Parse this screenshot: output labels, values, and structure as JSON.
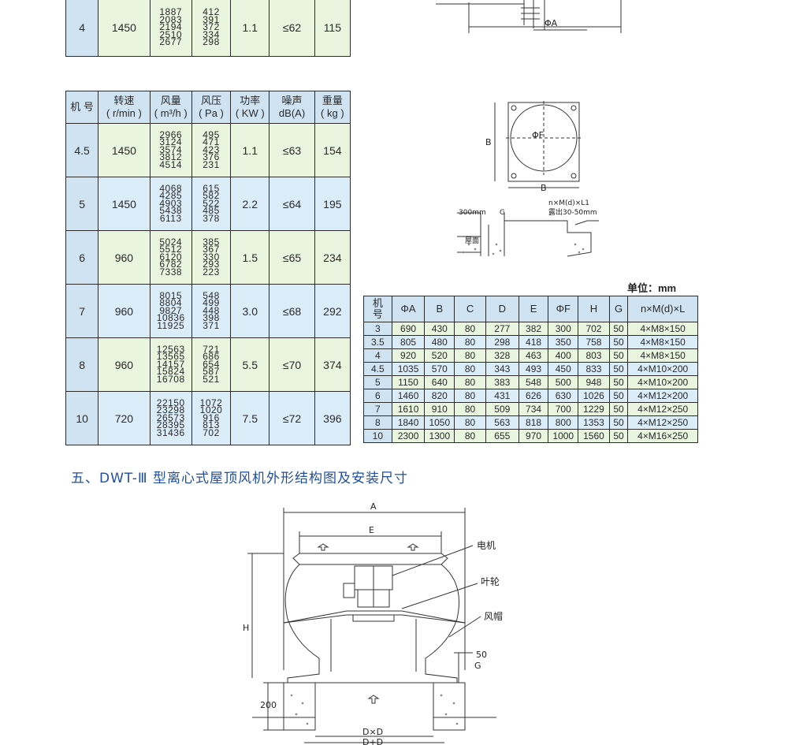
{
  "top_table": {
    "row": {
      "no": "4",
      "speed": "1450",
      "flow": [
        "1887",
        "2083",
        "2194",
        "2510",
        "2677"
      ],
      "pressure": [
        "412",
        "391",
        "372",
        "334",
        "298"
      ],
      "power": "1.1",
      "noise": "≤62",
      "weight": "115"
    }
  },
  "main_table": {
    "headers": [
      {
        "line1": "机 号",
        "line2": ""
      },
      {
        "line1": "转速",
        "line2": "( r/min )"
      },
      {
        "line1": "风量",
        "line2": "( m³/h )"
      },
      {
        "line1": "风压",
        "line2": "( Pa )"
      },
      {
        "line1": "功率",
        "line2": "( KW )"
      },
      {
        "line1": "噪声",
        "line2": "dB(A)"
      },
      {
        "line1": "重量",
        "line2": "( kg )"
      }
    ],
    "rows": [
      {
        "no": "4.5",
        "speed": "1450",
        "flow": [
          "2966",
          "3124",
          "3574",
          "3812",
          "4514"
        ],
        "pressure": [
          "495",
          "471",
          "423",
          "376",
          "231"
        ],
        "power": "1.1",
        "noise": "≤63",
        "weight": "154"
      },
      {
        "no": "5",
        "speed": "1450",
        "flow": [
          "4068",
          "4285",
          "4903",
          "5438",
          "6113"
        ],
        "pressure": [
          "615",
          "582",
          "522",
          "485",
          "378"
        ],
        "power": "2.2",
        "noise": "≤64",
        "weight": "195"
      },
      {
        "no": "6",
        "speed": "960",
        "flow": [
          "5024",
          "5512",
          "6120",
          "6782",
          "7338"
        ],
        "pressure": [
          "385",
          "367",
          "330",
          "293",
          "223"
        ],
        "power": "1.5",
        "noise": "≤65",
        "weight": "234"
      },
      {
        "no": "7",
        "speed": "960",
        "flow": [
          "8015",
          "8804",
          "9827",
          "10836",
          "11925"
        ],
        "pressure": [
          "548",
          "499",
          "448",
          "398",
          "371"
        ],
        "power": "3.0",
        "noise": "≤68",
        "weight": "292"
      },
      {
        "no": "8",
        "speed": "960",
        "flow": [
          "12563",
          "13565",
          "14157",
          "15824",
          "16708"
        ],
        "pressure": [
          "721",
          "686",
          "654",
          "587",
          "521"
        ],
        "power": "5.5",
        "noise": "≤70",
        "weight": "374"
      },
      {
        "no": "10",
        "speed": "720",
        "flow": [
          "22150",
          "23298",
          "26573",
          "28395",
          "31436"
        ],
        "pressure": [
          "1072",
          "1020",
          "916",
          "813",
          "702"
        ],
        "power": "7.5",
        "noise": "≤72",
        "weight": "396"
      }
    ]
  },
  "unit_label": "单位：mm",
  "dim_table": {
    "headers": [
      "机号",
      "ΦA",
      "B",
      "C",
      "D",
      "E",
      "ΦF",
      "H",
      "G",
      "n×M(d)×L"
    ],
    "header_no_lines": [
      "机",
      "号"
    ],
    "rows": [
      [
        "3",
        "690",
        "430",
        "80",
        "277",
        "382",
        "300",
        "702",
        "50",
        "4×M8×150"
      ],
      [
        "3.5",
        "805",
        "480",
        "80",
        "298",
        "418",
        "350",
        "758",
        "50",
        "4×M8×150"
      ],
      [
        "4",
        "920",
        "520",
        "80",
        "328",
        "463",
        "400",
        "803",
        "50",
        "4×M8×150"
      ],
      [
        "4.5",
        "1035",
        "570",
        "80",
        "343",
        "493",
        "450",
        "833",
        "50",
        "4×M10×200"
      ],
      [
        "5",
        "1150",
        "640",
        "80",
        "383",
        "548",
        "500",
        "948",
        "50",
        "4×M10×200"
      ],
      [
        "6",
        "1460",
        "820",
        "80",
        "431",
        "626",
        "630",
        "1026",
        "50",
        "4×M12×200"
      ],
      [
        "7",
        "1610",
        "910",
        "80",
        "509",
        "734",
        "700",
        "1229",
        "50",
        "4×M12×250"
      ],
      [
        "8",
        "1840",
        "1050",
        "80",
        "563",
        "818",
        "800",
        "1353",
        "50",
        "4×M12×250"
      ],
      [
        "10",
        "2300",
        "1300",
        "80",
        "655",
        "970",
        "1000",
        "1560",
        "50",
        "4×M16×250"
      ]
    ]
  },
  "section_title": "五、DWT-Ⅲ 型离心式屋顶风机外形结构图及安装尺寸",
  "diagram_top": {
    "phiA": "ΦA"
  },
  "diagram_mid": {
    "phiF": "ΦF",
    "b_side": "B",
    "b_bottom": "B",
    "nml": "n×M(d)×L1",
    "exposed": "露出30-50mm",
    "h300": "300mm",
    "g": "G",
    "roof": "屋面"
  },
  "diagram_bottom": {
    "a": "A",
    "e": "E",
    "h": "H",
    "motor": "电机",
    "impeller": "叶轮",
    "hood": "风帽",
    "g": "G",
    "fifty": "50",
    "two_hundred": "200",
    "dd": "D×D",
    "dd2": "D+D"
  },
  "colors": {
    "header": "#cfe3f3",
    "green": "#e9f5df",
    "blue": "#dcedfa",
    "title": "#1f4fa0"
  }
}
